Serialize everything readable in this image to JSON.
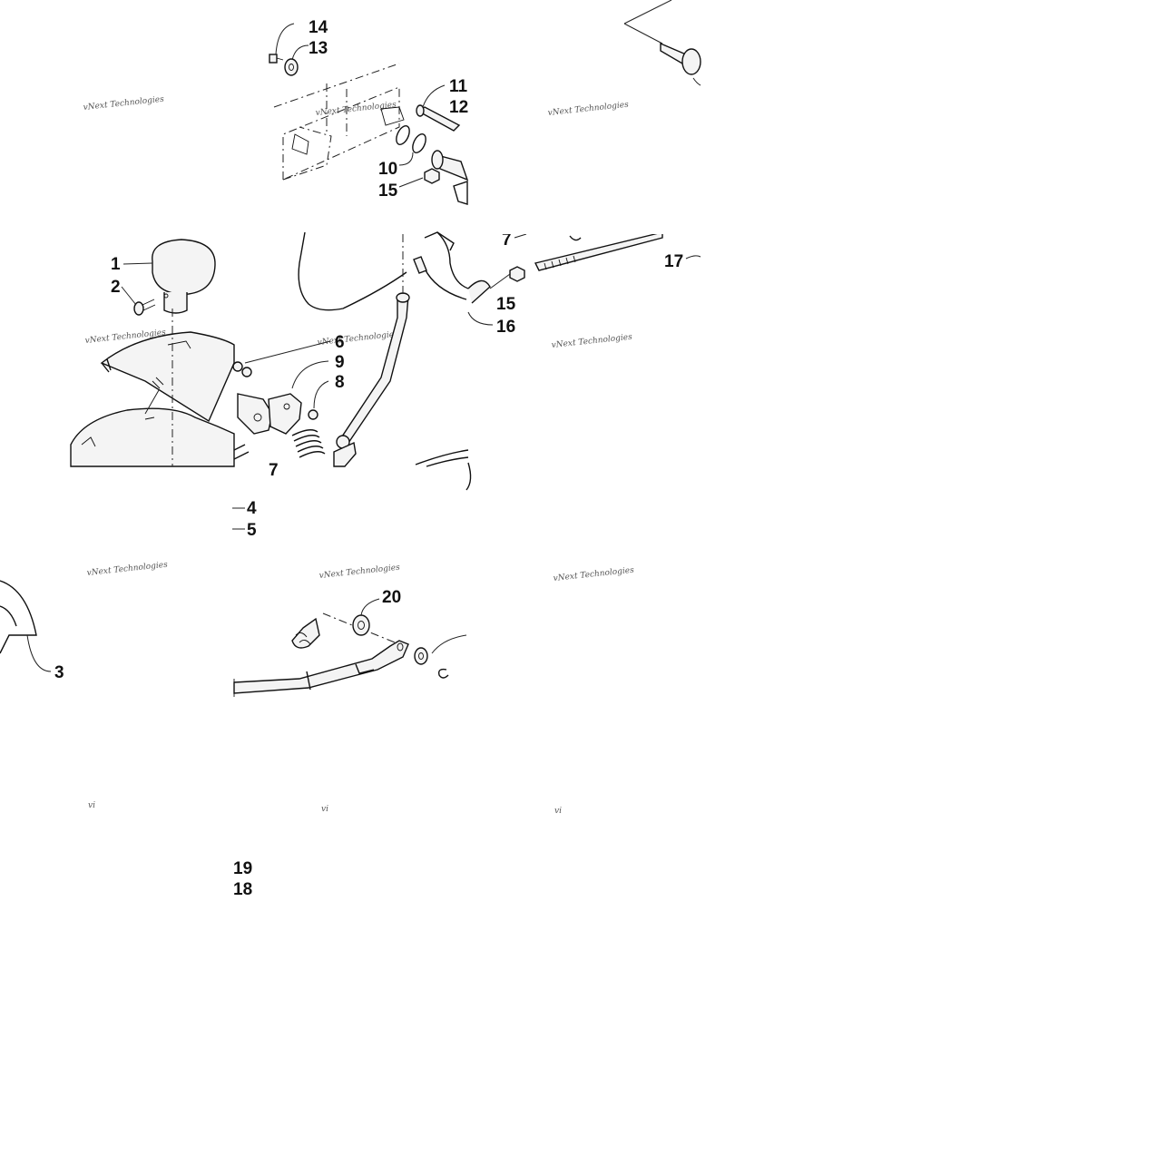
{
  "watermark_text": "vNext Technologies",
  "watermark_fragment": "vi",
  "callouts": [
    {
      "id": "c1",
      "text": "1"
    },
    {
      "id": "c2",
      "text": "2"
    },
    {
      "id": "c3",
      "text": "3"
    },
    {
      "id": "c4",
      "text": "4"
    },
    {
      "id": "c5",
      "text": "5"
    },
    {
      "id": "c6",
      "text": "6"
    },
    {
      "id": "c7a",
      "text": "7"
    },
    {
      "id": "c7b",
      "text": "7"
    },
    {
      "id": "c8",
      "text": "8"
    },
    {
      "id": "c9",
      "text": "9"
    },
    {
      "id": "c10",
      "text": "10"
    },
    {
      "id": "c11",
      "text": "11"
    },
    {
      "id": "c12",
      "text": "12"
    },
    {
      "id": "c13",
      "text": "13"
    },
    {
      "id": "c14",
      "text": "14"
    },
    {
      "id": "c15a",
      "text": "15"
    },
    {
      "id": "c15b",
      "text": "15"
    },
    {
      "id": "c16",
      "text": "16"
    },
    {
      "id": "c17",
      "text": "17"
    },
    {
      "id": "c18",
      "text": "18"
    },
    {
      "id": "c19",
      "text": "19"
    },
    {
      "id": "c20",
      "text": "20"
    }
  ]
}
